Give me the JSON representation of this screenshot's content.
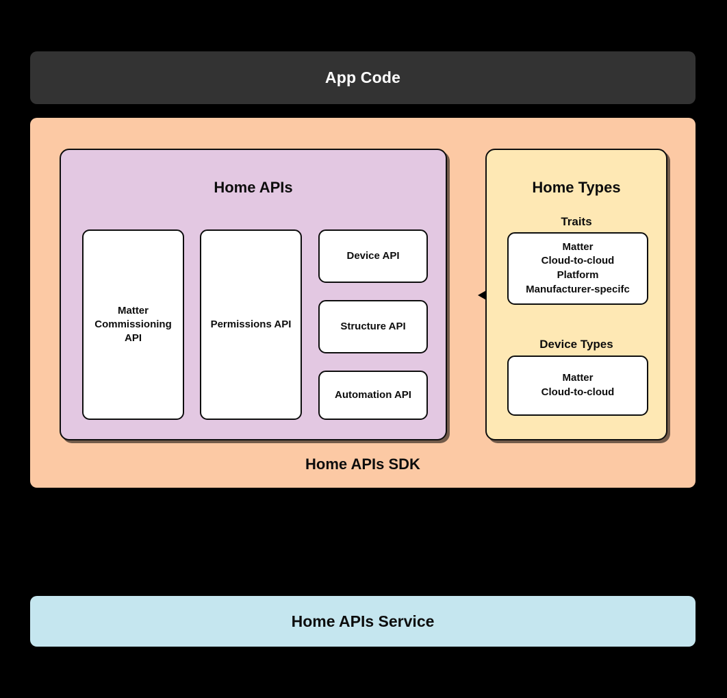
{
  "diagram": {
    "title": "Home APIs SDK architecture",
    "app_code": {
      "label": "App Code",
      "background": "#333333",
      "text_color": "#FFFFFF"
    },
    "sdk": {
      "label": "Home APIs SDK",
      "background": "#FCC9A4"
    },
    "home_apis": {
      "title": "Home APIs",
      "background": "#E3C8E2",
      "boxes": [
        {
          "name": "matter-commissioning-api",
          "lines": [
            "Matter",
            "Commissioning",
            "API"
          ]
        },
        {
          "name": "permissions-api",
          "lines": [
            "Permissions API"
          ]
        },
        {
          "name": "device-api",
          "lines": [
            "Device API"
          ]
        },
        {
          "name": "structure-api",
          "lines": [
            "Structure API"
          ]
        },
        {
          "name": "automation-api",
          "lines": [
            "Automation API"
          ]
        }
      ]
    },
    "home_types": {
      "title": "Home Types",
      "background": "#FEE8B4",
      "groups": [
        {
          "name": "traits",
          "title": "Traits",
          "lines": [
            "Matter",
            "Cloud-to-cloud",
            "Platform",
            "Manufacturer-specifc"
          ]
        },
        {
          "name": "device-types",
          "title": "Device Types",
          "lines": [
            "Matter",
            "Cloud-to-cloud"
          ]
        }
      ]
    },
    "connector": {
      "name": "bidirectional-arrow",
      "direction": "both",
      "color": "#000000"
    },
    "service": {
      "label": "Home APIs Service",
      "background": "#C5E6EF",
      "text_color": "#0d0d0d"
    }
  }
}
